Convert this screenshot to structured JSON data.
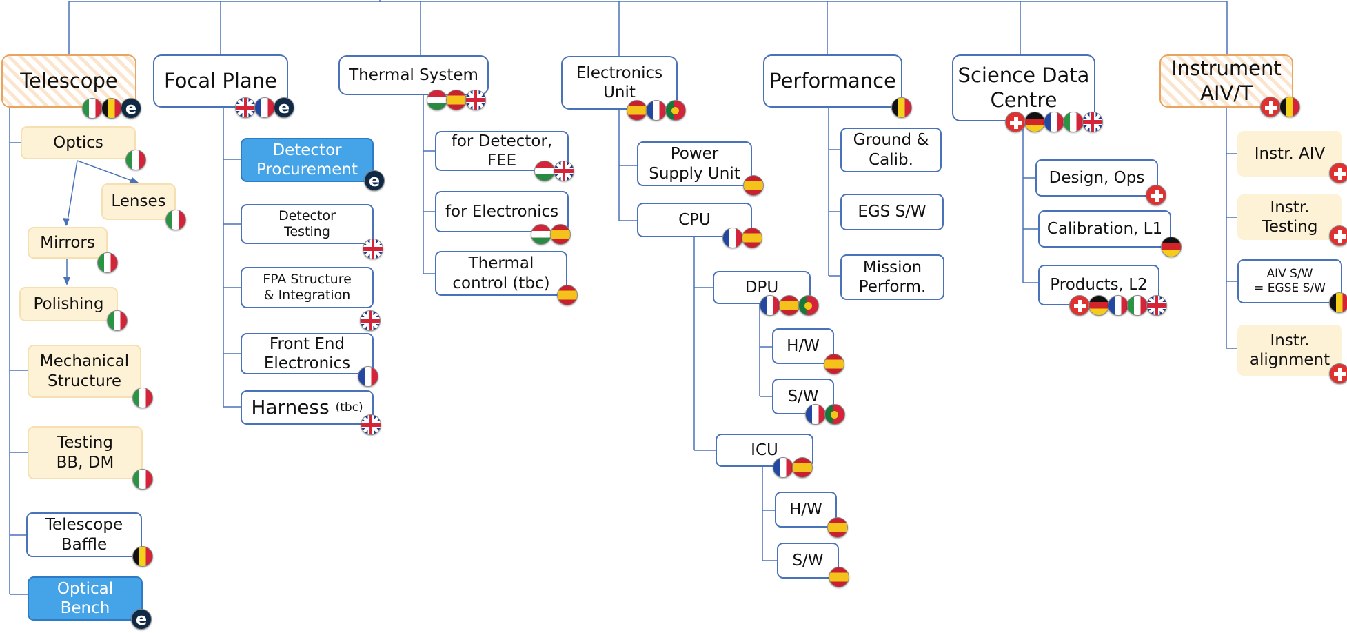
{
  "nodes": [
    {
      "id": "telescope",
      "label": "Telescope",
      "flags": [
        "it",
        "be",
        "esa"
      ]
    },
    {
      "id": "focal-plane",
      "label": "Focal Plane",
      "flags": [
        "gb",
        "fr",
        "esa"
      ]
    },
    {
      "id": "thermal-system",
      "label": "Thermal System",
      "flags": [
        "hu",
        "es",
        "gb"
      ]
    },
    {
      "id": "electronics-unit",
      "label": "Electronics\nUnit",
      "flags": [
        "es",
        "fr",
        "pt"
      ]
    },
    {
      "id": "performance",
      "label": "Performance",
      "flags": [
        "be"
      ]
    },
    {
      "id": "science-data-centre",
      "label": "Science Data\nCentre",
      "flags": [
        "ch",
        "de",
        "fr",
        "it",
        "gb"
      ]
    },
    {
      "id": "instrument-aivt",
      "label": "Instrument\nAIV/T",
      "flags": [
        "ch",
        "be"
      ]
    },
    {
      "id": "optics",
      "label": "Optics",
      "flags": [
        "it"
      ]
    },
    {
      "id": "lenses",
      "label": "Lenses",
      "flags": [
        "it"
      ]
    },
    {
      "id": "mirrors",
      "label": "Mirrors",
      "flags": [
        "it"
      ]
    },
    {
      "id": "polishing",
      "label": "Polishing",
      "flags": [
        "it"
      ]
    },
    {
      "id": "mechanical-structure",
      "label": "Mechanical\nStructure",
      "flags": [
        "it"
      ]
    },
    {
      "id": "testing-bb-dm",
      "label": "Testing\nBB, DM",
      "flags": [
        "it"
      ]
    },
    {
      "id": "telescope-baffle",
      "label": "Telescope\nBaffle",
      "flags": [
        "be"
      ]
    },
    {
      "id": "optical-bench",
      "label": "Optical\nBench",
      "flags": [
        "esa"
      ]
    },
    {
      "id": "detector-procurement",
      "label": "Detector\nProcurement",
      "flags": [
        "esa"
      ]
    },
    {
      "id": "detector-testing",
      "label": "Detector\nTesting",
      "flags": [
        "gb"
      ]
    },
    {
      "id": "fpa-structure",
      "label": "FPA Structure\n& Integration",
      "flags": [
        "gb"
      ]
    },
    {
      "id": "front-end-electronics",
      "label": "Front End\nElectronics",
      "flags": [
        "fr"
      ]
    },
    {
      "id": "harness",
      "label": "Harness",
      "suffix": "(tbc)",
      "flags": [
        "gb"
      ]
    },
    {
      "id": "thermal-detector-fee",
      "label": "for Detector,\nFEE",
      "flags": [
        "hu",
        "gb"
      ]
    },
    {
      "id": "thermal-electronics",
      "label": "for Electronics",
      "flags": [
        "hu",
        "es"
      ]
    },
    {
      "id": "thermal-control",
      "label": "Thermal\ncontrol (tbc)",
      "flags": [
        "es"
      ]
    },
    {
      "id": "power-supply-unit",
      "label": "Power\nSupply Unit",
      "flags": [
        "es"
      ]
    },
    {
      "id": "cpu",
      "label": "CPU",
      "flags": [
        "fr",
        "es"
      ]
    },
    {
      "id": "dpu",
      "label": "DPU",
      "flags": [
        "fr",
        "es",
        "pt"
      ]
    },
    {
      "id": "dpu-hw",
      "label": "H/W",
      "flags": [
        "es"
      ]
    },
    {
      "id": "dpu-sw",
      "label": "S/W",
      "flags": [
        "fr",
        "pt"
      ]
    },
    {
      "id": "icu",
      "label": "ICU",
      "flags": [
        "fr",
        "es"
      ]
    },
    {
      "id": "icu-hw",
      "label": "H/W",
      "flags": [
        "es"
      ]
    },
    {
      "id": "icu-sw",
      "label": "S/W",
      "flags": [
        "es"
      ]
    },
    {
      "id": "ground-calib",
      "label": "Ground &\nCalib.",
      "flags": []
    },
    {
      "id": "egs-sw",
      "label": "EGS S/W",
      "flags": []
    },
    {
      "id": "mission-perform",
      "label": "Mission\nPerform.",
      "flags": []
    },
    {
      "id": "design-ops",
      "label": "Design, Ops",
      "flags": [
        "ch"
      ]
    },
    {
      "id": "calibration-l1",
      "label": "Calibration, L1",
      "flags": [
        "de"
      ]
    },
    {
      "id": "products-l2",
      "label": "Products, L2",
      "flags": [
        "ch",
        "de",
        "fr",
        "it",
        "gb"
      ]
    },
    {
      "id": "instr-aiv",
      "label": "Instr. AIV",
      "flags": [
        "ch"
      ]
    },
    {
      "id": "instr-testing",
      "label": "Instr.\nTesting",
      "flags": [
        "ch"
      ]
    },
    {
      "id": "aiv-sw-egse",
      "label": "AIV S/W\n= EGSE S/W",
      "flags": [
        "be"
      ]
    },
    {
      "id": "instr-alignment",
      "label": "Instr.\nalignment",
      "flags": [
        "ch"
      ]
    }
  ],
  "flag_legend": {
    "it": "Italy flag",
    "be": "Belgium flag",
    "esa": "ESA logo",
    "gb": "United Kingdom flag",
    "fr": "France flag",
    "hu": "Hungary flag",
    "es": "Spain flag",
    "pt": "Portugal flag",
    "ch": "Switzerland flag",
    "de": "Germany flag"
  },
  "esa_logo_text": "e",
  "colors": {
    "connector": "#4a72b8",
    "box_border": "#4a72b8",
    "highlight_fill": "#45a4e8",
    "pale_fill": "#fdf1d6",
    "hatch_border": "#e8a561"
  }
}
